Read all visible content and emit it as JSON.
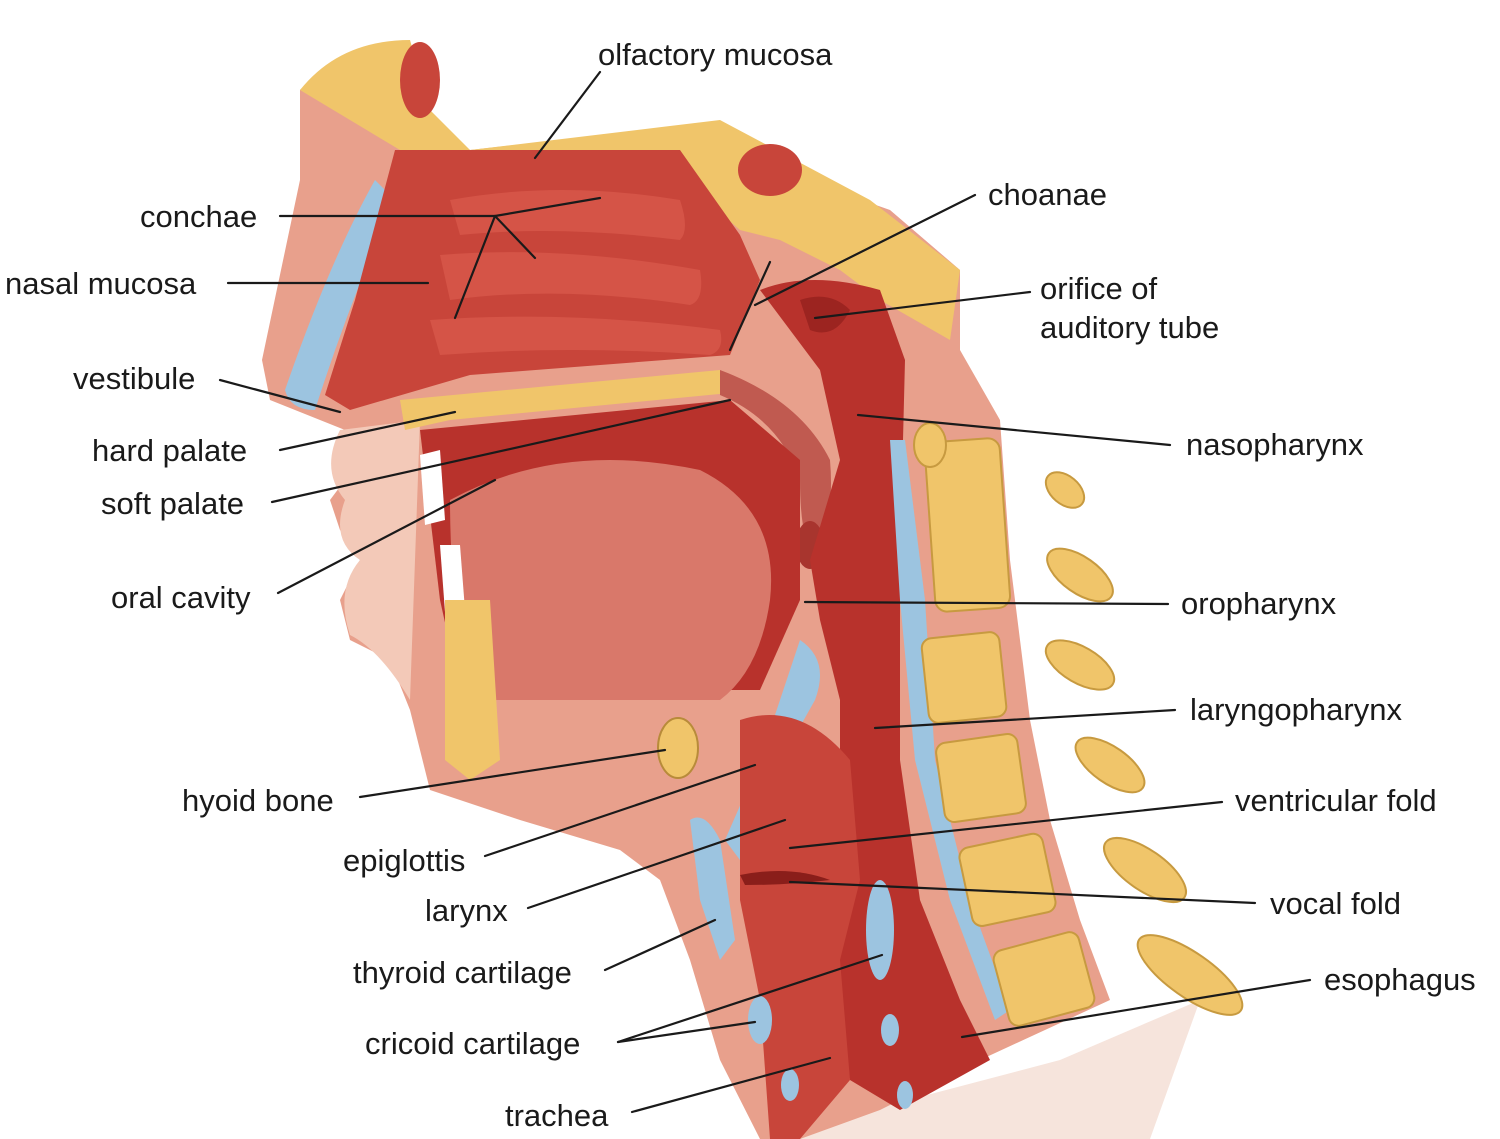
{
  "colors": {
    "soft_tissue": "#e8a08c",
    "skin_light": "#f3c9b8",
    "muscle_red": "#c8453a",
    "cavity_red": "#b8322c",
    "deep_red": "#9c2420",
    "bone_yellow": "#f0c56a",
    "bone_light": "#f7dc9a",
    "cartilage_blue": "#9cc4e0",
    "label_text": "#1a1a1a"
  },
  "labels": {
    "olfactory_mucosa": "olfactory mucosa",
    "conchae": "conchae",
    "nasal_mucosa": "nasal mucosa",
    "vestibule": "vestibule",
    "hard_palate": "hard palate",
    "soft_palate": "soft palate",
    "oral_cavity": "oral cavity",
    "hyoid_bone": "hyoid bone",
    "epiglottis": "epiglottis",
    "larynx": "larynx",
    "thyroid_cartilage": "thyroid cartilage",
    "cricoid_cartilage": "cricoid cartilage",
    "trachea": "trachea",
    "choanae": "choanae",
    "orifice_line1": "orifice of",
    "orifice_line2": "auditory tube",
    "nasopharynx": "nasopharynx",
    "oropharynx": "oropharynx",
    "laryngopharynx": "laryngopharynx",
    "ventricular_fold": "ventricular fold",
    "vocal_fold": "vocal fold",
    "esophagus": "esophagus"
  }
}
